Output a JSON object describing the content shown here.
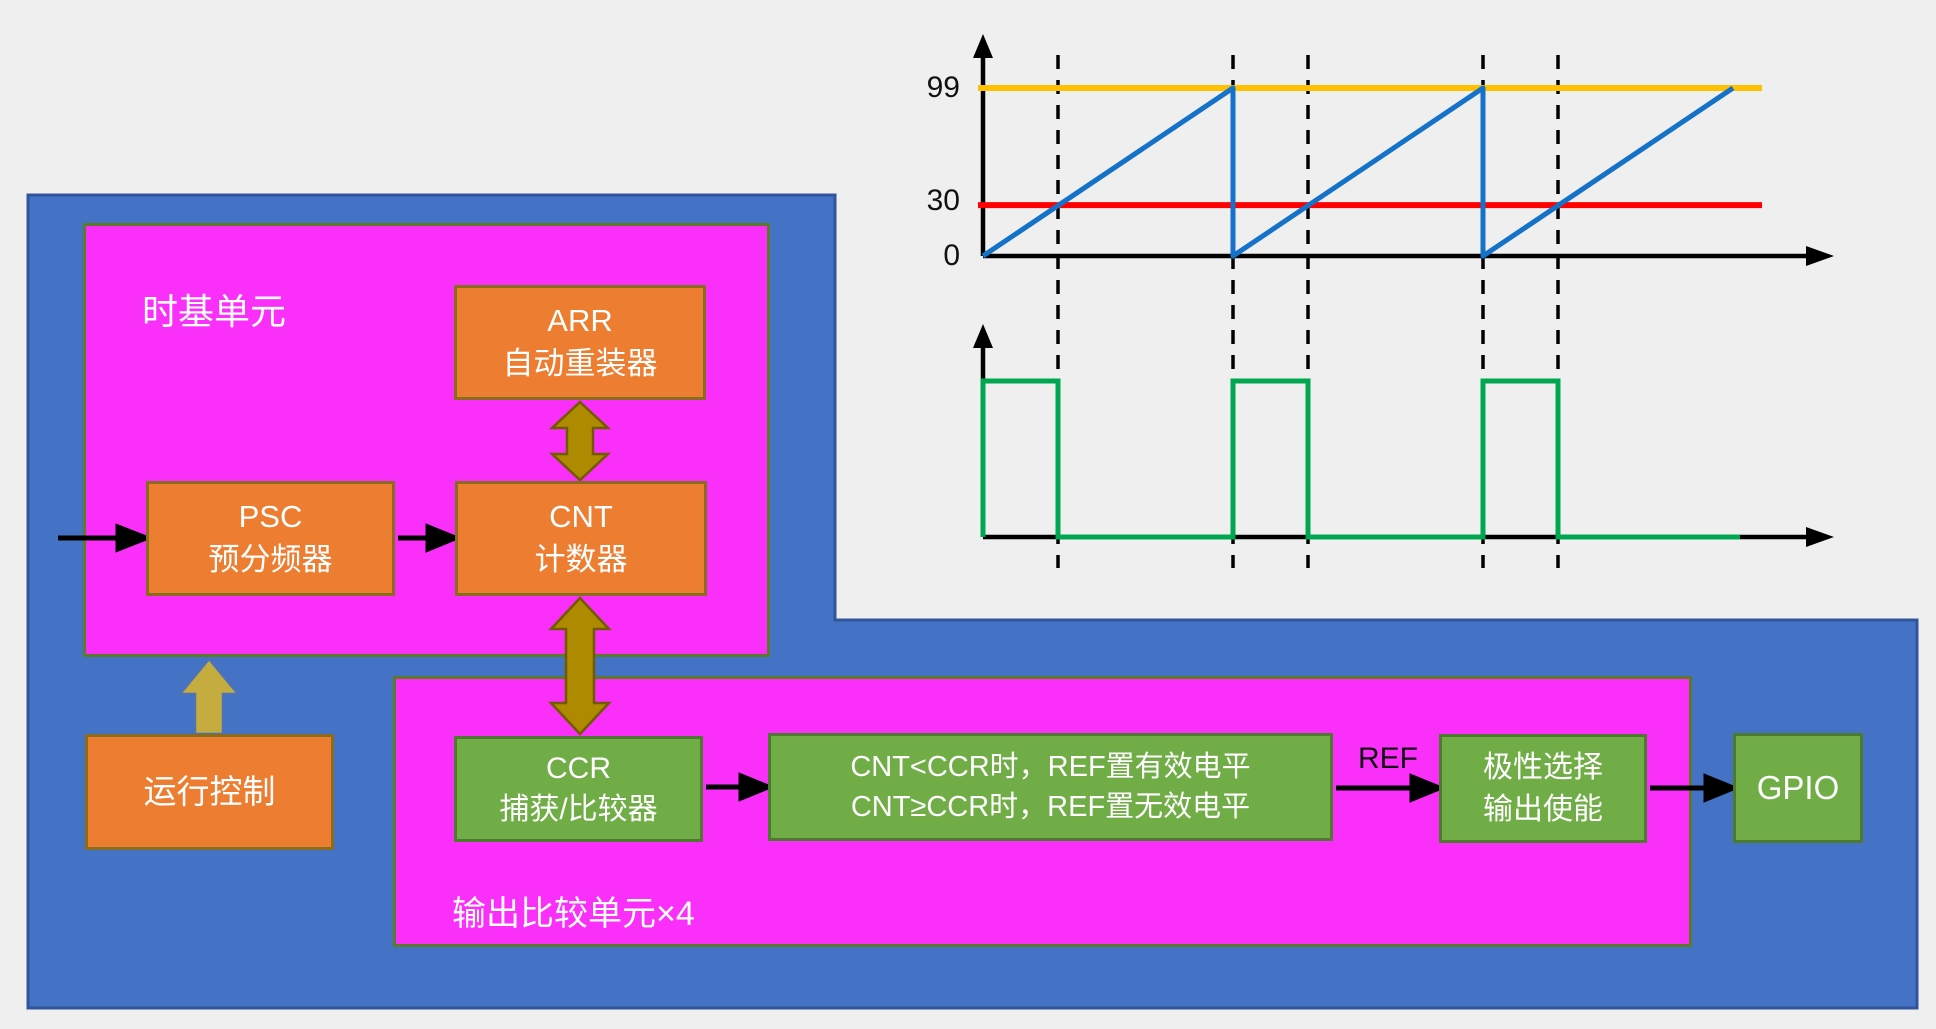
{
  "diagram": {
    "timebase_unit": {
      "label": "时基单元",
      "arr": {
        "line1": "ARR",
        "line2": "自动重装器"
      },
      "psc": {
        "line1": "PSC",
        "line2": "预分频器"
      },
      "cnt": {
        "line1": "CNT",
        "line2": "计数器"
      }
    },
    "run_control": {
      "label": "运行控制"
    },
    "output_compare_unit": {
      "label": "输出比较单元×4",
      "ccr": {
        "line1": "CCR",
        "line2": "捕获/比较器"
      },
      "logic": {
        "line1": "CNT<CCR时，REF置有效电平",
        "line2": "CNT≥CCR时，REF置无效电平"
      },
      "polarity": {
        "line1": "极性选择",
        "line2": "输出使能"
      },
      "gpio": {
        "label": "GPIO"
      },
      "ref_label": "REF"
    }
  },
  "chart_data": [
    {
      "type": "line",
      "name": "counter-sawtooth-chart",
      "title": "",
      "y_tick_labels": [
        "99",
        "30",
        "0"
      ],
      "y_ticks": [
        99,
        30,
        0
      ],
      "ylim": [
        0,
        99
      ],
      "arr_value": 99,
      "ccr_value": 30,
      "periods_shown": 3,
      "grid": "dashed vertical lines at CCR crossings and counter overflow points",
      "legend": false,
      "series": [
        {
          "name": "CNT counter sawtooth 0→99 repeating",
          "color_key": "saw_blue"
        },
        {
          "name": "ARR threshold level",
          "value": 99,
          "color_key": "arr_yellow"
        },
        {
          "name": "CCR threshold level",
          "value": 30,
          "color_key": "ccr_red"
        }
      ]
    },
    {
      "type": "line",
      "name": "pwm-output-chart",
      "title": "",
      "pattern": "pulse",
      "duty_cycle": 0.3,
      "high_when": "CNT<CCR",
      "periods_shown": 3,
      "color_key": "pwm_green",
      "ylim": [
        0,
        1
      ]
    }
  ],
  "colors": {
    "background": "#efefef",
    "blue_fill": "#4472C4",
    "blue_border": "#31549B",
    "magenta_fill": "#FA30FA",
    "orange_fill": "#ED7D31",
    "green_fill": "#70AD47",
    "saw_blue": "#1472C8",
    "arr_yellow": "#FFC000",
    "ccr_red": "#FF0000",
    "pwm_green": "#00A650",
    "axis_black": "#000000",
    "double_arrow_fill": "#AD8A00",
    "up_arrow_fill": "#C5AC3F"
  }
}
